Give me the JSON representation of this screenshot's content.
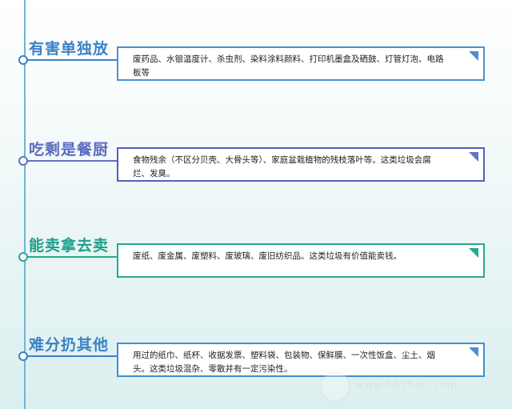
{
  "sections": [
    {
      "title": "有害单独放",
      "text": "废药品、水银温度计、杀虫剂、染料涂料颜料、打印机墨盒及硒鼓、灯管灯泡、电路板等",
      "heading_color": "#3a82c6",
      "accent_color": "#3a82c6",
      "border_color": "#4d8fd0",
      "corner_color": "#4d8fd0"
    },
    {
      "title": "吃剩是餐厨",
      "text": "食物残余（不区分贝壳、大骨头等）、家庭盆栽植物的残枝落叶等。这类垃圾会腐烂、发臭。",
      "heading_color": "#5b6bc0",
      "accent_color": "#6670c4",
      "border_color": "#5262b8",
      "corner_color": "#6670c4"
    },
    {
      "title": "能卖拿去卖",
      "text": "废纸、废金属、废塑料、废玻璃、废旧纺织品。这类垃圾有价值能卖钱。",
      "heading_color": "#1e9f8a",
      "accent_color": "#26a98f",
      "border_color": "#2aa88c",
      "corner_color": "#26a98f"
    },
    {
      "title": "难分扔其他",
      "text": "用过的纸巾、纸杯、收据发票、塑料袋、包装物、保鲜膜、一次性饭盒、尘土、烟头。这类垃圾混杂、零散并有一定污染性。",
      "heading_color": "#3a82c6",
      "accent_color": "#3a82c6",
      "border_color": "#3f8fd1",
      "corner_color": "#4d8fd0"
    }
  ],
  "watermark": {
    "text": "www.hbzhan.com"
  }
}
